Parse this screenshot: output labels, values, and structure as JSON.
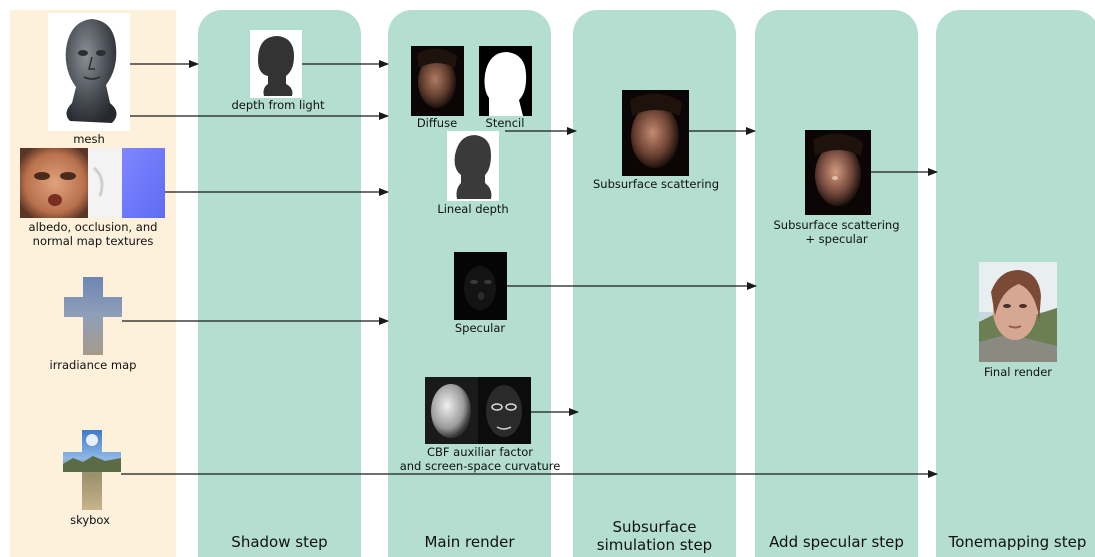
{
  "inputs": {
    "mesh": "mesh",
    "textures_line1": "albedo, occlusion, and",
    "textures_line2": "normal map textures",
    "irradiance": "irradiance map",
    "skybox": "skybox"
  },
  "stages": {
    "shadow": {
      "title": "Shadow step",
      "outputs": {
        "depth_from_light": "depth from light"
      }
    },
    "main": {
      "title": "Main render",
      "outputs": {
        "diffuse": "Diffuse",
        "stencil": "Stencil",
        "lineal_depth": "Lineal depth",
        "specular": "Specular",
        "cbf_line1": "CBF auxiliar factor",
        "cbf_line2": "and screen-space curvature"
      }
    },
    "subsurface": {
      "title_line1": "Subsurface",
      "title_line2": "simulation step",
      "outputs": {
        "sss": "Subsurface scattering"
      }
    },
    "specular": {
      "title": "Add specular step",
      "outputs": {
        "sss_spec_line1": "Subsurface scattering",
        "sss_spec_line2": "+ specular"
      }
    },
    "tonemap": {
      "title": "Tonemapping step",
      "outputs": {
        "final": "Final render"
      }
    }
  },
  "colors": {
    "inputs_panel": "#fdf1dc",
    "stage_fill": "#b3ded0",
    "arrow": "#1a1a1a"
  }
}
